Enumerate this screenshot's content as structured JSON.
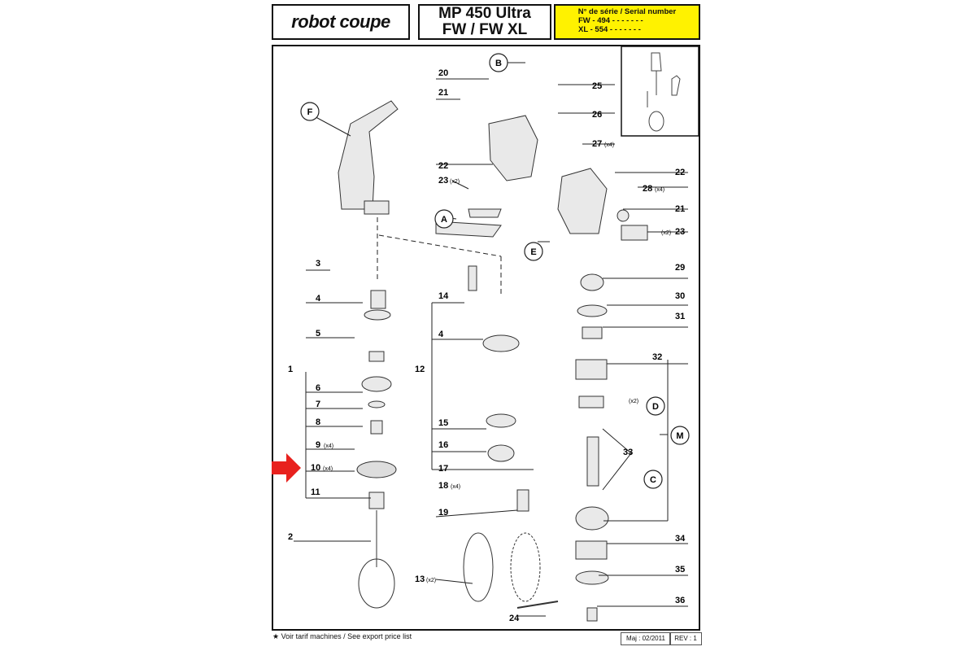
{
  "header": {
    "brand": "robot coupe",
    "model_line1": "MP 450 Ultra",
    "model_line2": "FW / FW XL",
    "serial_title": "N° de série / Serial number",
    "serial_fw": "FW - 494 - - - - -   - -",
    "serial_xl": "XL - 554 - - - - -   - -"
  },
  "callout_letters": [
    "A",
    "B",
    "C",
    "D",
    "E",
    "F",
    "M"
  ],
  "part_numbers": [
    "1",
    "2",
    "3",
    "4",
    "5",
    "6",
    "7",
    "8",
    "9",
    "10",
    "11",
    "12",
    "13",
    "14",
    "15",
    "16",
    "17",
    "18",
    "19",
    "20",
    "21",
    "22",
    "23",
    "24",
    "25",
    "26",
    "27",
    "28",
    "29",
    "30",
    "31",
    "32",
    "33",
    "34",
    "35",
    "36"
  ],
  "quantities": {
    "9": "(x4)",
    "10": "(x4)",
    "13": "(x2)",
    "18": "(x4)",
    "23_left": "(x2)",
    "23_right": "(x2)",
    "27": "(x4)",
    "28": "(x4)",
    "D": "(x2)"
  },
  "highlight": {
    "part": "10",
    "arrow_color": "#e8211e"
  },
  "footer": {
    "note": "★ Voir tarif machines / See export price list",
    "date": "Maj : 02/2011",
    "rev": "REV : 1"
  },
  "colors": {
    "serial_bg": "#fff200",
    "arrow": "#e8211e"
  }
}
